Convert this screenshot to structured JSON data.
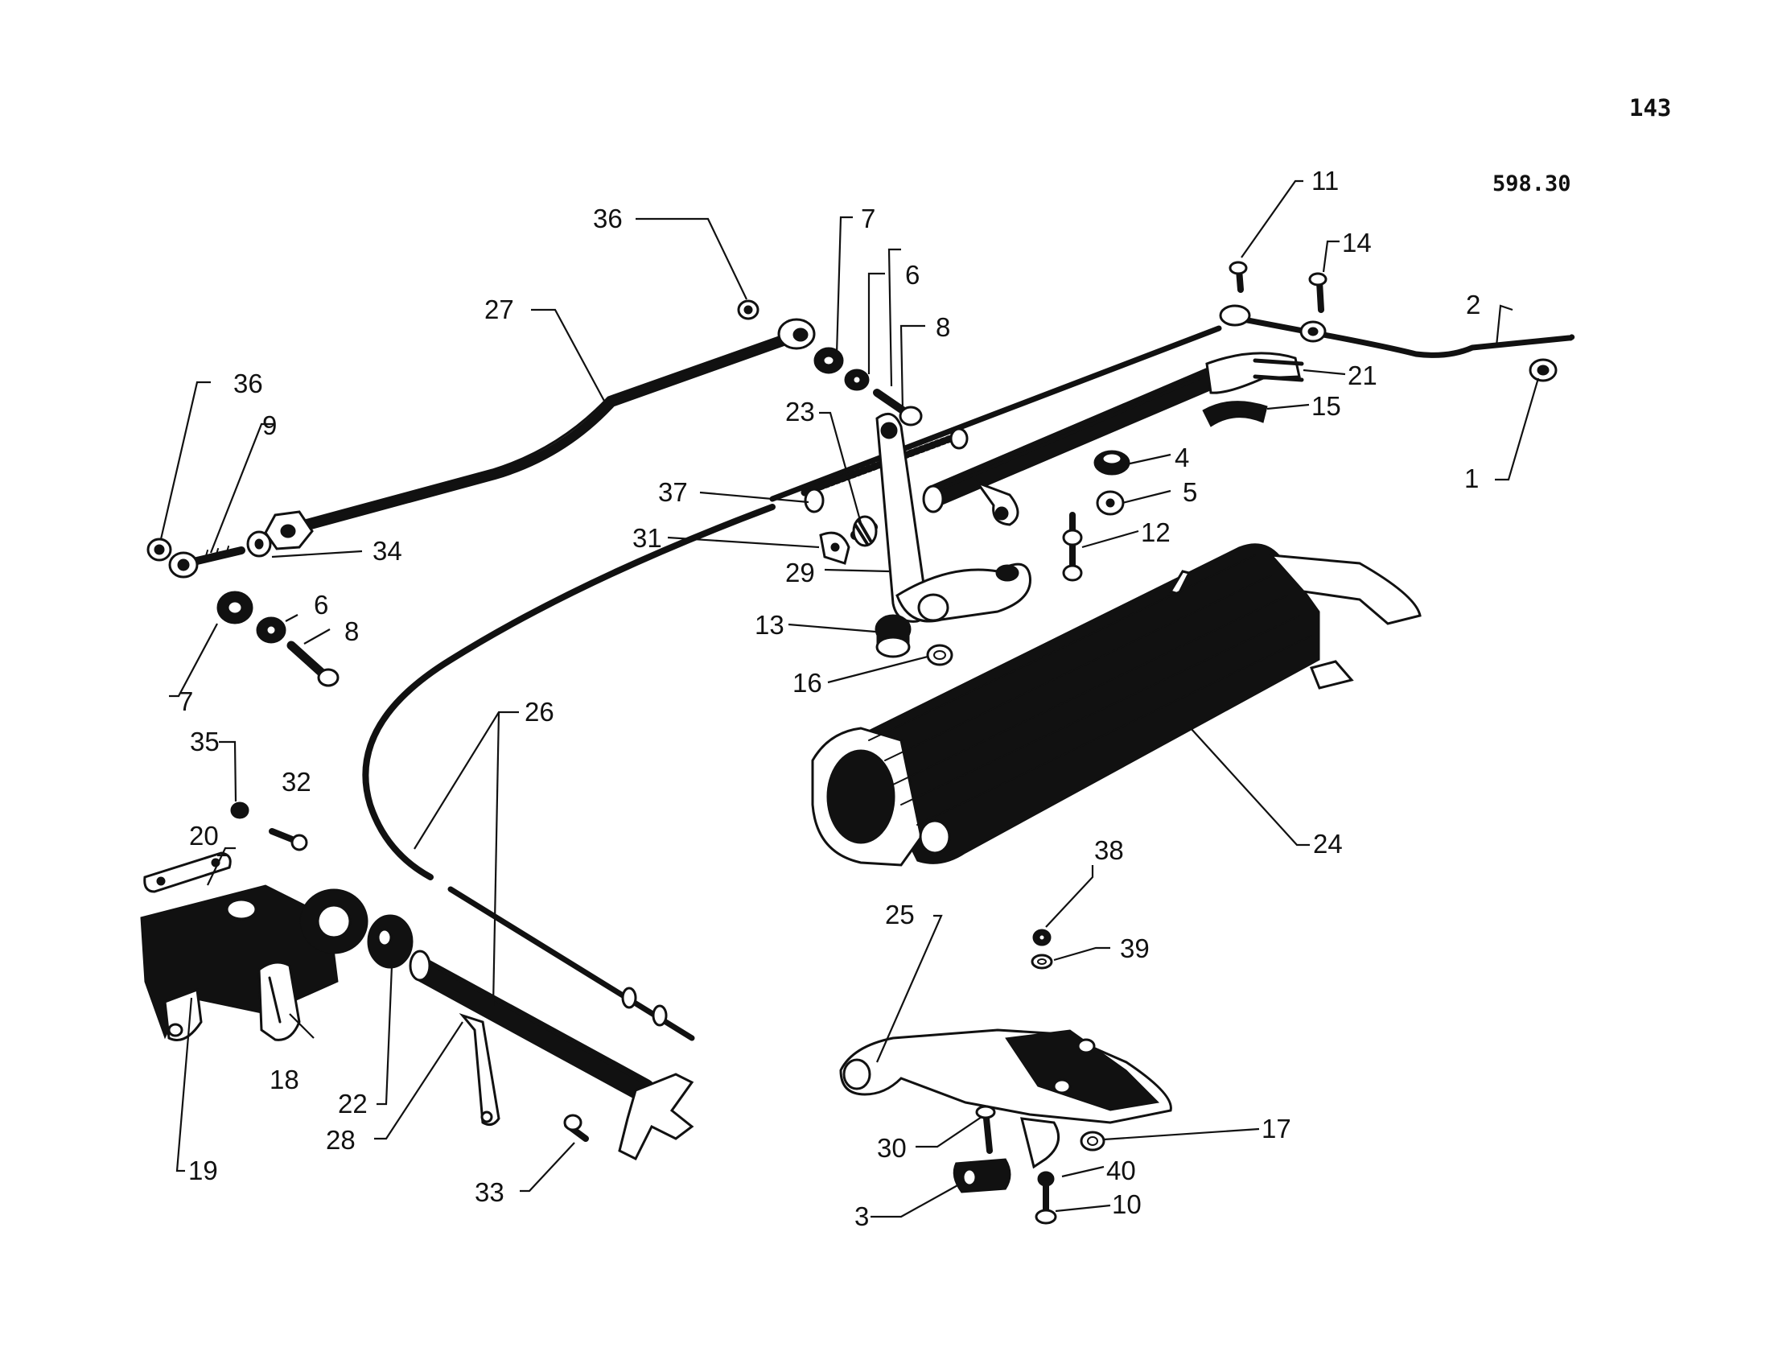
{
  "page_number": "143",
  "drawing_reference": "598.30",
  "callouts": {
    "c1": "1",
    "c2": "2",
    "c3": "3",
    "c4": "4",
    "c5": "5",
    "c6a": "6",
    "c6b": "6",
    "c7a": "7",
    "c7b": "7",
    "c8a": "8",
    "c8b": "8",
    "c9": "9",
    "c10": "10",
    "c11": "11",
    "c12": "12",
    "c13": "13",
    "c14": "14",
    "c15": "15",
    "c16": "16",
    "c17": "17",
    "c18": "18",
    "c19": "19",
    "c20": "20",
    "c21": "21",
    "c22": "22",
    "c23": "23",
    "c24": "24",
    "c25": "25",
    "c26": "26",
    "c27": "27",
    "c28": "28",
    "c29": "29",
    "c30": "30",
    "c31": "31",
    "c32": "32",
    "c33": "33",
    "c34": "34",
    "c35": "35",
    "c36a": "36",
    "c36b": "36",
    "c37": "37",
    "c38": "38",
    "c39": "39",
    "c40": "40"
  }
}
